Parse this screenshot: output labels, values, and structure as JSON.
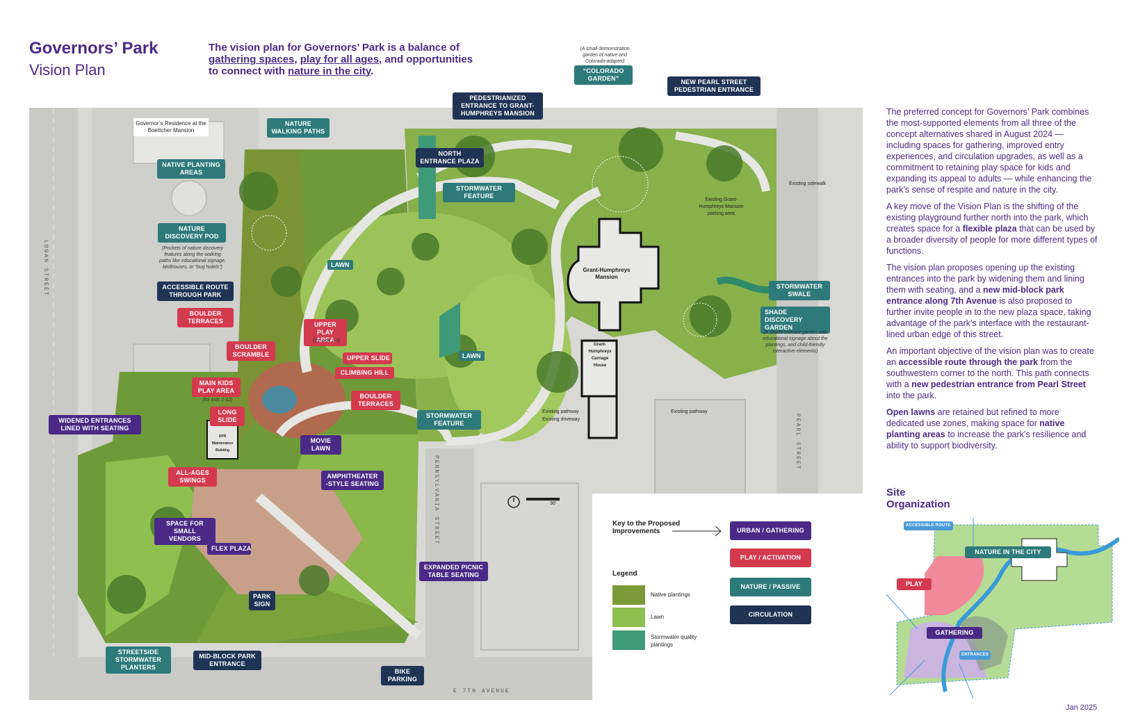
{
  "header": {
    "title": "Governors’ Park",
    "subtitle": "Vision Plan",
    "intro_1": "The vision plan for Governors’ Park is a balance of",
    "intro_link_1": "gathering spaces",
    "intro_sep_1": ", ",
    "intro_link_2": "play for all ages",
    "intro_2": ", and opportunities",
    "intro_3": "to connect with ",
    "intro_link_3": "nature in the city",
    "intro_end": "."
  },
  "map": {
    "labels": {
      "colorado_garden_note": "(A small demonstration garden of native and Colorado-adapted species)",
      "colorado_garden": "“COLORADO GARDEN”",
      "new_pearl": "NEW PEARL STREET PEDESTRIAN ENTRANCE",
      "pedestrianized": "PEDESTRIANIZED ENTRANCE TO GRANT-HUMPHREYS MANSION",
      "governor_residence": "Governor’s Residence at the Boettcher Mansion",
      "nature_walking": "NATURE WALKING PATHS",
      "native_planting": "NATIVE PLANTING AREAS",
      "north_entrance": "NORTH ENTRANCE PLAZA",
      "stormwater_feature_top": "STORMWATER FEATURE",
      "existing_sidewalk": "Existing sidewalk",
      "parking_area": "Existing Grant-Humphreys Mansion parking area",
      "nature_pod": "NATURE DISCOVERY POD",
      "nature_pod_note": "(Pockets of nature discovery features along the walking paths like educational signage, birdhouses, or “bug hotels”)",
      "lawn_1": "LAWN",
      "mansion": "Grant-Humphreys Mansion",
      "accessible_route": "ACCESSIBLE ROUTE THROUGH PARK",
      "stormwater_swale": "STORMWATER SWALE",
      "shade_discovery": "SHADE DISCOVERY GARDEN",
      "shade_note": "(A shade-tolerant garden with educational signage about the plantings, and child-friendly interactive elements)",
      "boulder_terraces_1": "BOULDER TERRACES",
      "upper_play": "UPPER PLAY AREA",
      "upper_play_note": "(for kids 2-5)",
      "boulder_scramble": "BOULDER SCRAMBLE",
      "upper_slide": "UPPER SLIDE",
      "climbing_hill": "CLIMBING HILL",
      "lawn_2": "LAWN",
      "carriage_house": "Grant-Humphreys Carriage House",
      "main_kids": "MAIN KIDS PLAY AREA",
      "main_kids_note": "(for kids 2-12)",
      "boulder_terraces_2": "BOULDER TERRACES",
      "existing_pathway": "Existing pathway",
      "existing_driveway": "Existing driveway",
      "existing_pathway_2": "Existing pathway",
      "long_slide": "LONG SLIDE",
      "stormwater_feature_mid": "STORMWATER FEATURE",
      "widened_entrances": "WIDENED ENTRANCES LINED WITH SEATING",
      "dpr_building": "DPR Maintenance Building",
      "movie_lawn": "MOVIE LAWN",
      "all_ages_swings": "ALL-AGES SWINGS",
      "amphitheater": "AMPHITHEATER -STYLE SEATING",
      "space_vendors": "SPACE FOR SMALL VENDORS",
      "flex_plaza": "FLEX PLAZA",
      "expanded_picnic": "EXPANDED PICNIC TABLE SEATING",
      "park_sign": "PARK SIGN",
      "streetside": "STREETSIDE STORMWATER PLANTERS",
      "mid_block": "MID-BLOCK PARK ENTRANCE",
      "bike_parking": "BIKE PARKING",
      "scale": "30'"
    },
    "streets": {
      "logan": "LOGAN STREET",
      "pennsylvania": "PENNSYLVANIA STREET",
      "pearl": "PEARL STREET",
      "seventh": "E 7TH AVENUE"
    },
    "legend": {
      "key_title": "Key to the Proposed Improvements",
      "urban": "URBAN / GATHERING",
      "play": "PLAY / ACTIVATION",
      "nature": "NATURE / PASSIVE",
      "circulation": "CIRCULATION",
      "legend_title": "Legend",
      "native": "Native plantings",
      "lawn": "Lawn",
      "stormwater": "Stormwater quality plantings"
    }
  },
  "sidebar": {
    "p1": "The preferred concept for Governors’ Park combines the most-supported elements from all three of the concept alternatives shared in August 2024 — including spaces for gathering, improved entry experiences, and circulation upgrades, as well as a commitment to retaining play space for kids and expanding its appeal to adults — while enhancing the park’s sense of respite and nature in the city.",
    "p2a": "A key move of the Vision Plan is the shifting of the existing playground further north into the park, which creates space for a ",
    "p2b": "flexible plaza",
    "p2c": " that can be used by a broader diversity of people for more different types of functions.",
    "p3a": "The vision plan proposes opening up the existing entrances into the park by widening them and lining them with seating, and a ",
    "p3b": "new mid-block park entrance along 7th Avenue",
    "p3c": " is also proposed to further invite people in to the new plaza space, taking advantage of the park’s interface with the restaurant-lined urban edge of this street.",
    "p4a": "An important objective of the vision plan was to create an ",
    "p4b": "accessible route through the park",
    "p4c": " from the southwestern corner to the north. This path connects with a ",
    "p4d": "new pedestrian entrance from Pearl Street",
    "p4e": " into the park.",
    "p5a": "Open lawns",
    "p5b": " are retained but refined to more dedicated use zones, making space for ",
    "p5c": "native planting areas",
    "p5d": " to increase the park’s resilience and ability to support biodiversity."
  },
  "site_org": {
    "title_1": "Site",
    "title_2": "Organization",
    "accessible_route": "ACCESSIBLE ROUTE",
    "nature_city": "NATURE IN THE CITY",
    "play": "PLAY",
    "gathering": "GATHERING",
    "entrances": "ENTRANCES"
  },
  "footer": {
    "date": "Jan 2025"
  },
  "colors": {
    "purple": "#4a2a86",
    "red": "#d33a4e",
    "teal": "#2e7a7a",
    "navy": "#1f3355",
    "lawn": "#8fbf4f",
    "native": "#7a9a3a",
    "stormwater": "#3f9a7a"
  }
}
